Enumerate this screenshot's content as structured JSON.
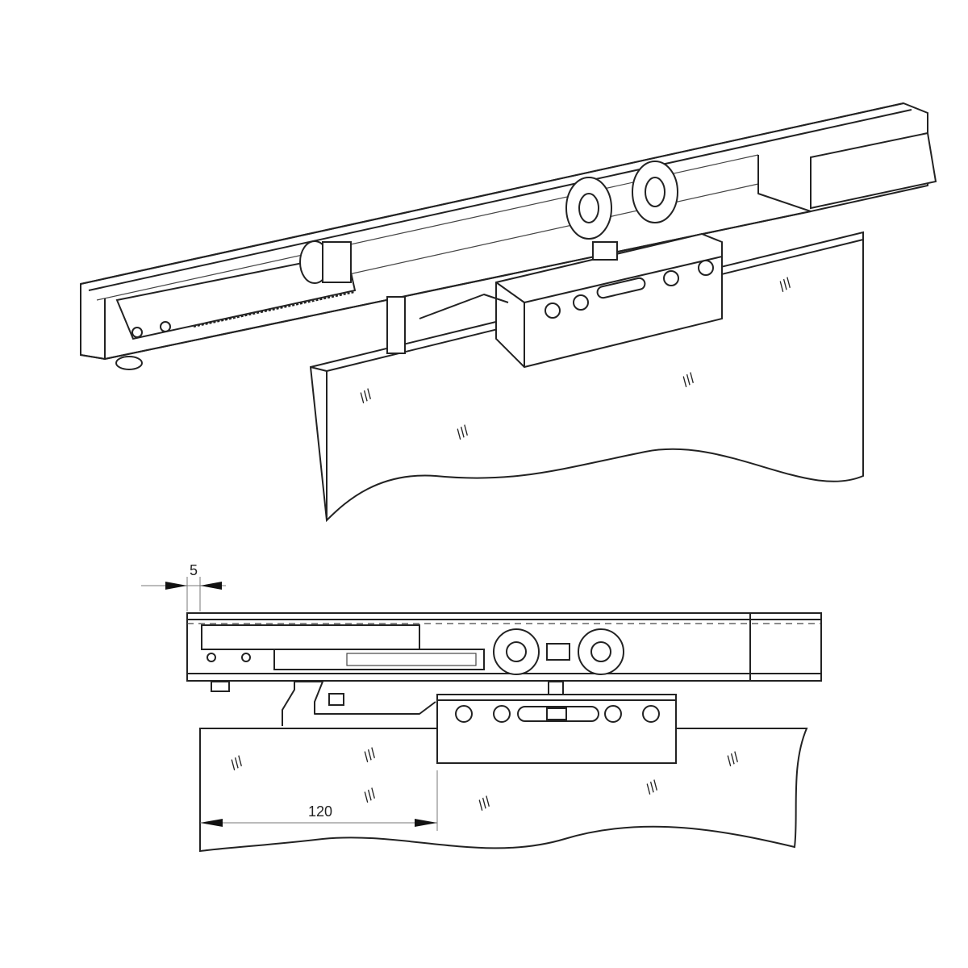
{
  "title": "Sliding glass door hardware with soft-close damper",
  "dimensions": {
    "offset_label": "5",
    "length_label": "120"
  },
  "glass_mark": "///"
}
